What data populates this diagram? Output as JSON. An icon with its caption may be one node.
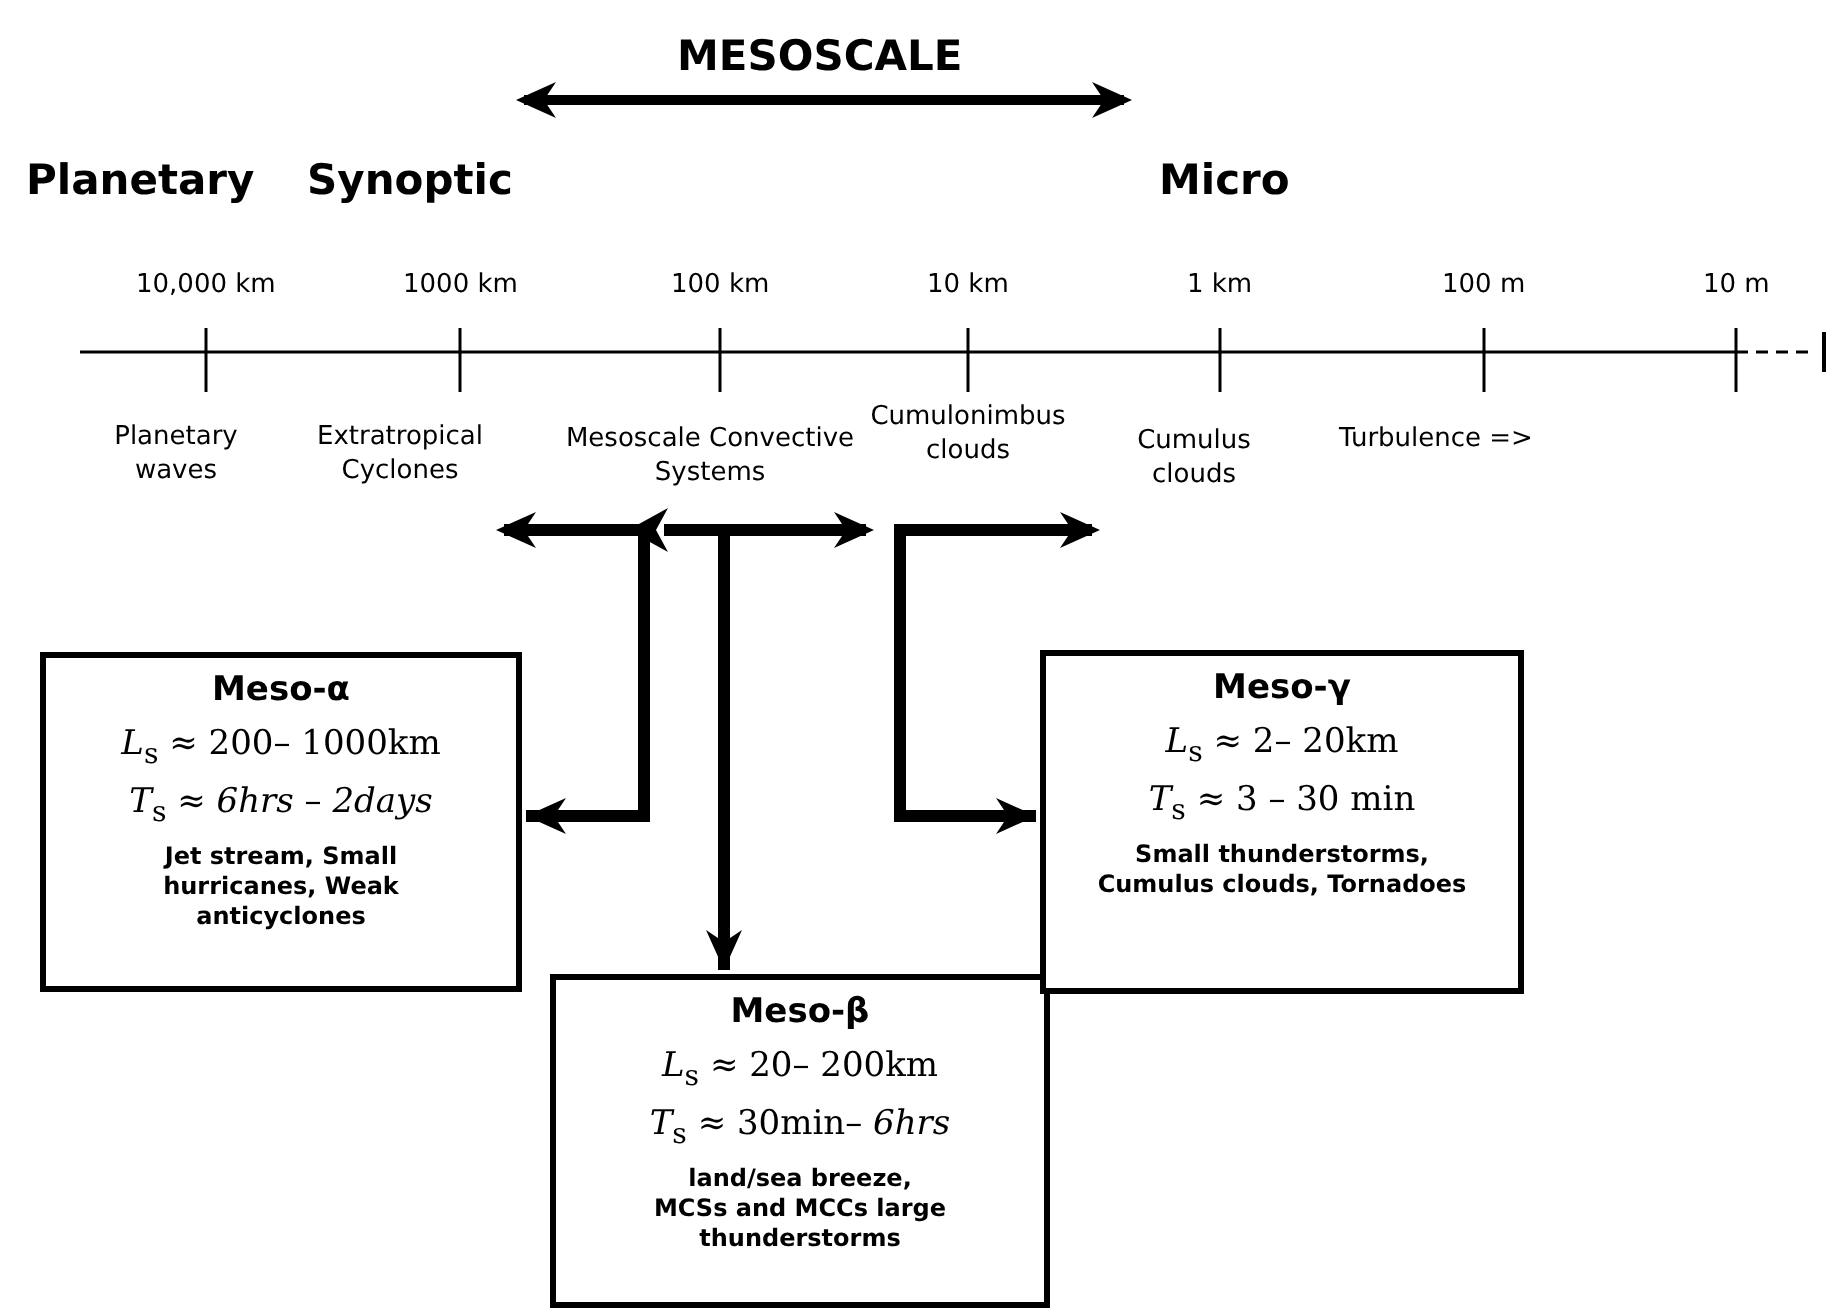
{
  "diagram": {
    "nodes": [
      {
        "text": [
          "Meso-α",
          "*L*$_{s}$ ≈ 200– 1000km",
          "*T*$_{s}$ ≈ *6hrs* – *2days*",
          "Jet stream, Small hurricanes, Weak anticyclones"
        ]
      },
      {
        "text": [
          "Meso-β",
          "*L*$_{s}$ ≈ 20– 200km",
          "*T*$_{s}$ ≈ 30min– *6hrs*",
          "land/sea breeze, MCSs and MCCs large thunderstorms"
        ]
      },
      {
        "text": [
          "Meso-γ",
          "*L*$_{s}$ ≈ 2– 20km",
          "*T*$_{s}$ ≈ 3 – 30 min",
          "Small thunderstorms, Cumulus clouds, Tornadoes"
        ]
      }
    ],
    "edges": [
      {
        "from": null,
        "to": 0,
        "arrow": "both"
      },
      {
        "from": null,
        "to": 1,
        "arrow": "both"
      },
      {
        "from": null,
        "to": 2,
        "arrow": "both"
      }
    ],
    "labels": [
      "MESOSCALE",
      "Planetary",
      "Synoptic",
      "Micro",
      "10,000 km",
      "1000 km",
      "100 km",
      "10 km",
      "1 km",
      "100 m",
      "10 m",
      "Planetary waves",
      "Extratropical Cyclones",
      "Mesoscale Convective Systems",
      "Cumulonimbus clouds",
      "Cumulus clouds",
      "Turbulence =>"
    ]
  }
}
